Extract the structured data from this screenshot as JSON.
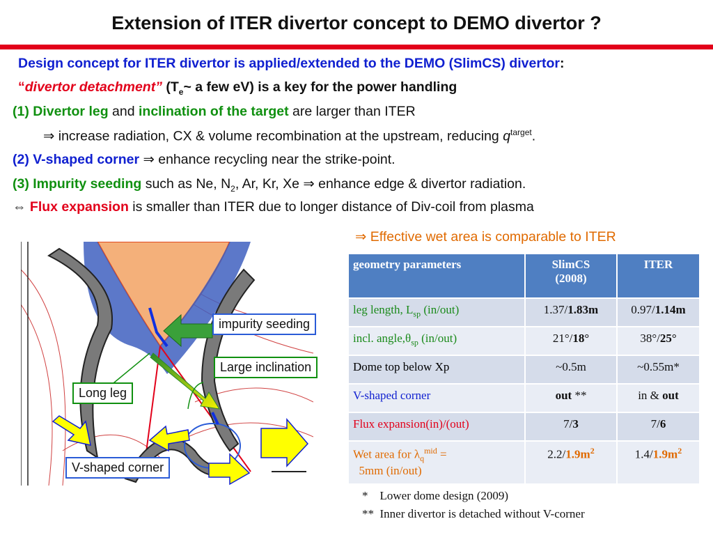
{
  "slide": {
    "title": "Extension of ITER divertor concept to DEMO divertor ?",
    "line1_a": "Design concept for ITER divertor is applied/extended to the DEMO (SlimCS) divertor",
    "line1_b": ":",
    "line2_a": "“",
    "line2_b": "divertor detachment”",
    "line2_c": " (T",
    "line2_sub": "e",
    "line2_d": "~ a few eV) is a key for the power handling",
    "p1_a": "(1) Divertor leg",
    "p1_b": " and ",
    "p1_c": "inclination of the target",
    "p1_d": " are larger than ITER",
    "p1_sub_a": "⇒ increase radiation, CX & volume recombination at the upstream, reducing ",
    "p1_sub_q": "q",
    "p1_sub_sup": "target",
    "p1_sub_end": ".",
    "p2_a": "(2) V-shaped corner",
    "p2_b": " ⇒ enhance recycling near the strike-point.",
    "p3_a": "(3) Impurity seeding",
    "p3_b": " such as Ne, N",
    "p3_sub": "2",
    "p3_c": ", Ar, Kr, Xe ⇒ enhance edge & divertor radiation.",
    "p4_a": "⇔ ",
    "p4_b": "Flux expansion",
    "p4_c": " is smaller than ITER due to longer distance of Div-coil from plasma",
    "conclusion": "⇒ Effective wet area is comparable to ITER"
  },
  "figure": {
    "callout_impurity": "impurity seeding",
    "callout_inclination": "Large inclination",
    "callout_leg": "Long leg",
    "callout_corner": "V-shaped corner"
  },
  "table": {
    "headers": [
      "geometry parameters",
      "SlimCS",
      "(2008)",
      "ITER"
    ],
    "rows": [
      {
        "param": "leg length, L",
        "param_sub": "sp",
        "param_end": " (in/out)",
        "slim_a": "1.37/",
        "slim_b": "1.83m",
        "iter_a": "0.97/",
        "iter_b": "1.14m"
      },
      {
        "param": "incl. angle,θ",
        "param_sub": "sp",
        "param_end": " (in/out)",
        "slim_a": "21°/",
        "slim_b": "18°",
        "iter_a": "38°/",
        "iter_b": "25°"
      },
      {
        "param": "Dome top below Xp",
        "slim": "~0.5m",
        "iter": "~0.55m*"
      },
      {
        "param": "V-shaped corner",
        "slim_a": "out",
        "slim_b": " **",
        "iter_a": "in & ",
        "iter_b": "out"
      },
      {
        "param": "Flux expansion(in)/(out)",
        "slim_a": "7/",
        "slim_b": "3",
        "iter_a": "7/",
        "iter_b": "6"
      },
      {
        "param_a": "Wet area for λ",
        "param_sub": "q",
        "param_sup": "mid",
        "param_b": " =",
        "param_c": "5mm (in/out)",
        "slim_a": "2.2/",
        "slim_b": "1.9m",
        "slim_sup": "2",
        "iter_a": "1.4/",
        "iter_b": "1.9m",
        "iter_sup": "2"
      }
    ]
  },
  "notes": {
    "n1": "*    Lower dome design (2009)",
    "n2": "**  Inner divertor is detached without V-corner"
  },
  "colors": {
    "accent_red": "#e2001a",
    "text_blue": "#1020d0",
    "text_green": "#109010",
    "orange": "#e06a00",
    "table_header": "#4f7fc2"
  }
}
